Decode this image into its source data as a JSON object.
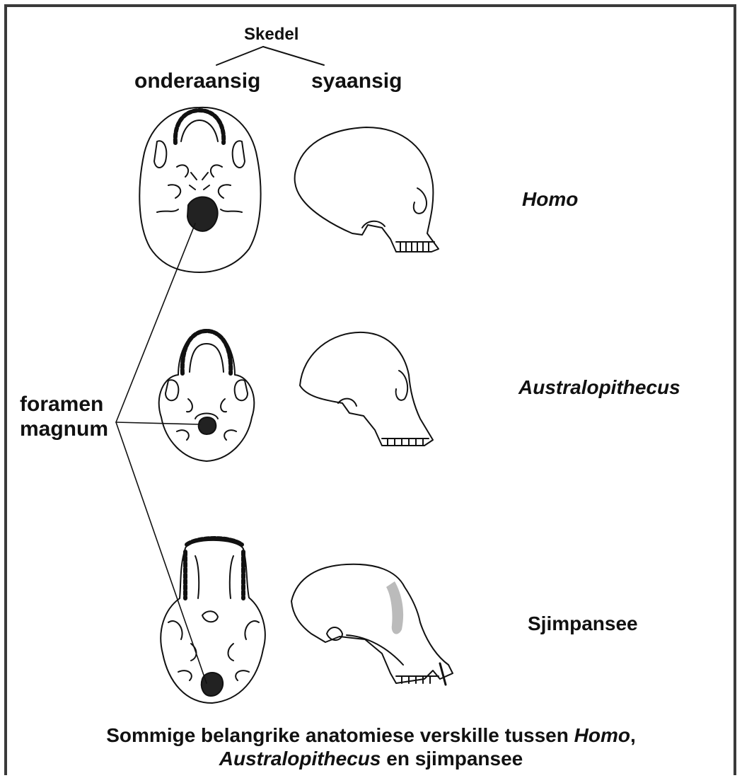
{
  "diagram": {
    "heading": "Skedel",
    "views": {
      "bottom": "onderaansig",
      "side": "syaansig"
    },
    "species": [
      {
        "name": "Homo",
        "italic": true
      },
      {
        "name": "Australopithecus",
        "italic": true
      },
      {
        "name": "Sjimpansee",
        "italic": false
      }
    ],
    "pointer_label": {
      "line1": "foramen",
      "line2": "magnum"
    },
    "caption": {
      "part1": "Sommige belangrike anatomiese verskille tussen ",
      "homo": "Homo",
      "comma": ",",
      "australopithecus": "Australopithecus",
      "part2": " en sjimpansee"
    }
  }
}
